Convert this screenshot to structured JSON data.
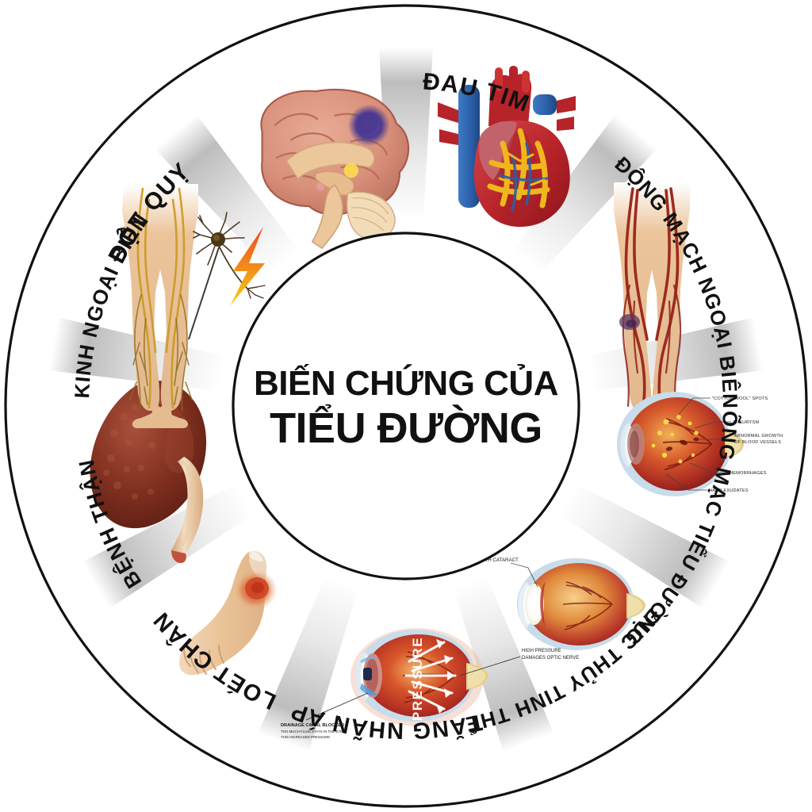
{
  "diagram": {
    "type": "radial-wheel-infographic",
    "language": "Vietnamese",
    "center_title_line1": "BIẾN CHỨNG CỦA",
    "center_title_line2": "TIỂU ĐƯỜNG",
    "center_title_full": "BIẾN CHỨNG CỦA TIỂU ĐƯỜNG",
    "segment_count": 9,
    "colors": {
      "outline": "#111111",
      "text": "#111111",
      "spoke_light": "#d8d8d8",
      "background": "#ffffff",
      "brain_cortex": "#dc9782",
      "brain_tan": "#e8c79a",
      "brain_lesion": "#4b3a8f",
      "heart_red": "#c0272d",
      "heart_blue": "#2a5fa8",
      "heart_yellow": "#efb71d",
      "kidney": "#7a2e26",
      "skin": "#ecc49a",
      "artery_red": "#9e2a1e",
      "nerve_gold": "#d9a520",
      "bolt_orange": "#f07c1e",
      "ulcer_red": "#d94b2b",
      "eye_red": "#b5342a",
      "eye_orange": "#e2742c",
      "eye_sclera": "#c9dcea"
    },
    "segments": [
      {
        "id": "dot-quy",
        "label": "ĐỘT QUỴ",
        "icon": "brain-icon",
        "angle_deg": -70
      },
      {
        "id": "dau-tim",
        "label": "ĐAU TIM",
        "icon": "heart-icon",
        "angle_deg": -30
      },
      {
        "id": "dong-mach-ngoai-bien",
        "label": "ĐỘNG MẠCH NGOẠI BIÊN",
        "icon": "legs-artery-icon",
        "angle_deg": 10
      },
      {
        "id": "vong-mac-tieu-duong",
        "label": "VÕNG MẠC TIỂU ĐƯỜNG",
        "icon": "retina-eye-icon",
        "angle_deg": 50
      },
      {
        "id": "duc-thuy-tinh-the",
        "label": "ĐỤC THỦY TINH THỂ",
        "icon": "cataract-eye-icon",
        "angle_deg": 90
      },
      {
        "id": "tang-nhan-ap",
        "label": "TĂNG NHÃN ÁP",
        "icon": "glaucoma-eye-icon",
        "angle_deg": 130
      },
      {
        "id": "loet-chan",
        "label": "LOÉT CHÂN",
        "icon": "foot-ulcer-icon",
        "angle_deg": 170
      },
      {
        "id": "benh-than",
        "label": "BỆNH THẬN",
        "icon": "kidney-icon",
        "angle_deg": 190
      },
      {
        "id": "than-kinh-ngoai-bien",
        "label": "THẦN KINH NGOẠI BIÊN",
        "icon": "legs-nerve-icon",
        "angle_deg": 230
      }
    ],
    "retina_annotations": [
      "\"COTTON WOOL\" SPOTS",
      "ANEURYSM",
      "ABNORMAL GROWTH",
      "OF BLOOD VESSELS",
      "HEMORRHAGES",
      "HARD EXUDATES"
    ],
    "cataract_annotations": [
      "LENS WITH CATARACT"
    ],
    "glaucoma_annotations": {
      "pressure_word": "PRESSURE",
      "right_line1": "HIGH PRESSURE",
      "right_line2": "DAMAGES  OPTIC NERVE",
      "left_line1": "DRAINAGE CANAL BLOCKED",
      "left_line2": "TOO MUCH FLUID STAYS IN THE EYE",
      "left_line3": "THIS INCREASED PRESSURE"
    }
  }
}
